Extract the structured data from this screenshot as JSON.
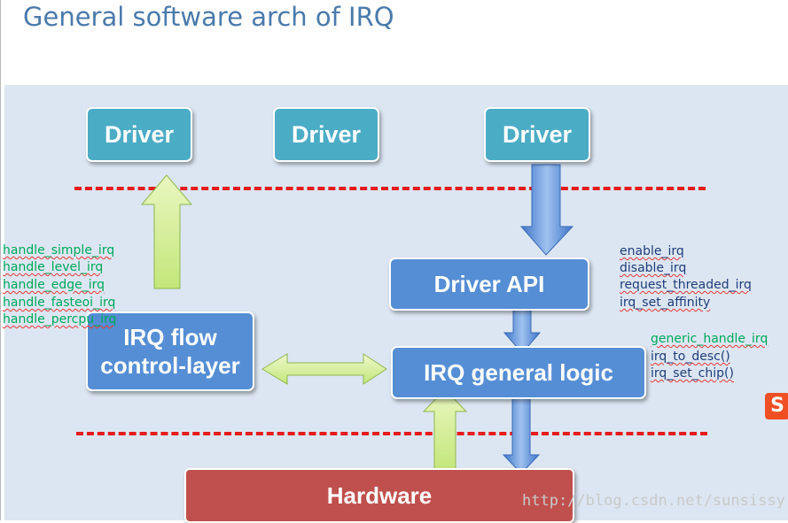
{
  "title": "General software arch of IRQ",
  "drivers": [
    "Driver",
    "Driver",
    "Driver"
  ],
  "driver_api": "Driver API",
  "irq_flow": [
    "IRQ flow",
    "control-layer"
  ],
  "irq_general": "IRQ general logic",
  "hardware": "Hardware",
  "flow_handlers": [
    "handle_simple_irq",
    "handle_level_irq",
    "handle_edge_irq",
    "handle_fasteoi_irq",
    "handle_percpu_irq"
  ],
  "driver_api_funcs": [
    "enable_irq",
    "disable_irq",
    "request_threaded_irq",
    "irq_set_affinity"
  ],
  "general_logic_funcs": [
    "generic_handle_irq",
    "irq_to_desc()",
    "irq_set_chip()"
  ],
  "watermark": "http://blog.csdn.net/sunsissy",
  "logo_glyph": "S",
  "colors": {
    "driver": "#4bacc6",
    "blue_box": "#558ed5",
    "hardware": "#c0504d",
    "dashed_line": "#e51c1c",
    "panel": "#dce6f2",
    "green_text": "#00a85a",
    "navy_text": "#1f3d7a"
  }
}
